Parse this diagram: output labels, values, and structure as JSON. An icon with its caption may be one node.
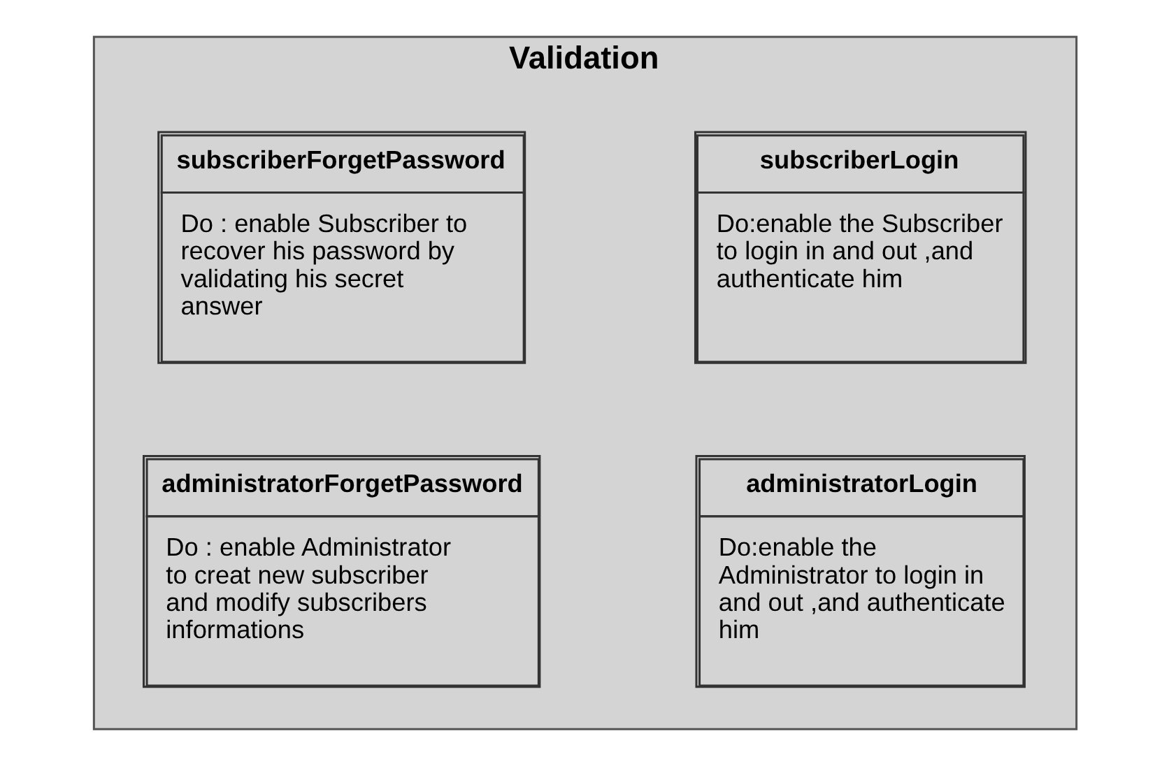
{
  "diagram": {
    "nodes": [
      {
        "text": [
          "Validation"
        ]
      },
      {
        "text": [
          "subscriberLogin",
          "Do:enable the Subscriber to login in and out ,and authenticate him"
        ],
        "in": 0
      },
      {
        "text": [
          "subscriberForgetPassword",
          "Do : enable Subscriber to recover his password by validating his secret answer"
        ],
        "in": 0
      },
      {
        "text": [
          "administratorLogin",
          "Do:enable the Administrator to login in and out ,and authenticate him"
        ],
        "in": 0
      },
      {
        "text": [
          "administratorForgetPassword",
          "Do : enable Administrator to creat new subscriber and modify subscribers informations"
        ],
        "in": 0
      }
    ],
    "edges": []
  }
}
